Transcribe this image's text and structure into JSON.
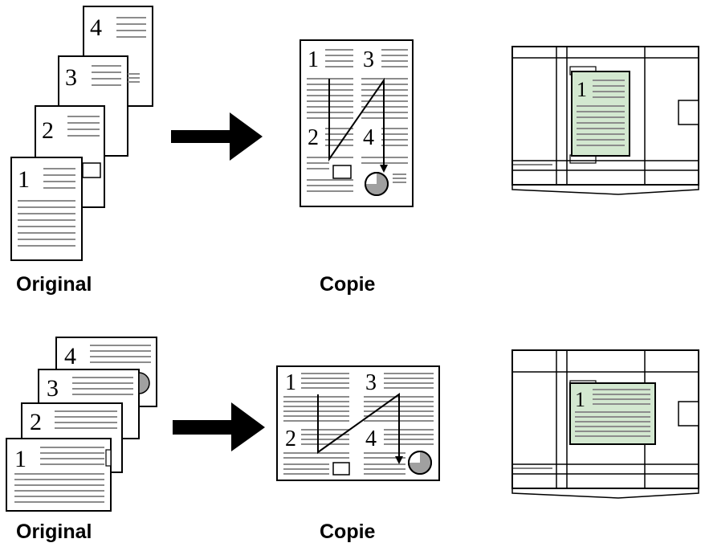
{
  "rows": [
    {
      "orientation": "portrait",
      "original_label": "Original",
      "copy_label": "Copie",
      "original_pages": [
        "1",
        "2",
        "3",
        "4"
      ],
      "copy_pages": [
        "1",
        "3",
        "2",
        "4"
      ],
      "glass_page": "1"
    },
    {
      "orientation": "landscape",
      "original_label": "Original",
      "copy_label": "Copie",
      "original_pages": [
        "1",
        "2",
        "3",
        "4"
      ],
      "copy_pages": [
        "1",
        "3",
        "2",
        "4"
      ],
      "glass_page": "1"
    }
  ],
  "colors": {
    "line": "#000000",
    "text_lines": "#8c8c8c",
    "glass_page_fill": "#d3e8d0",
    "pie_fill": "#a0a0a0"
  }
}
